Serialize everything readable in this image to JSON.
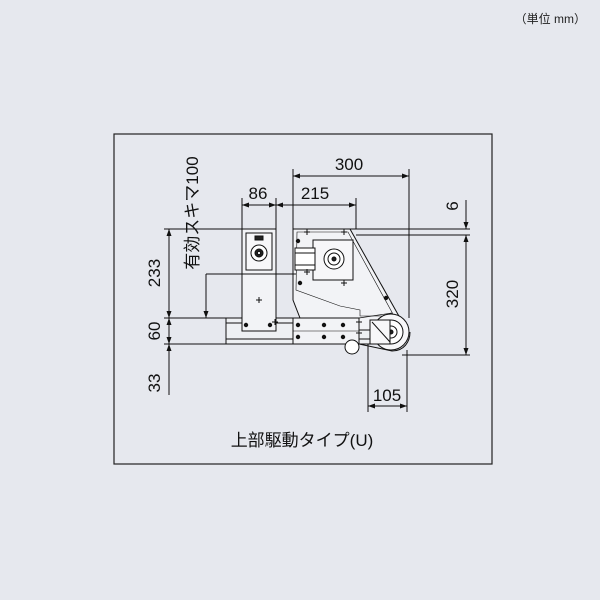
{
  "unit_note": "（単位 mm）",
  "caption": "上部駆動タイプ(U)",
  "vertical_label": "有効スキマ100",
  "dimensions": {
    "d300": "300",
    "d215": "215",
    "d86": "86",
    "d6": "6",
    "d320": "320",
    "d233": "233",
    "d60": "60",
    "d33": "33",
    "d105": "105"
  },
  "colors": {
    "background": "#e6e8ee",
    "frame": "#222222",
    "part_fill": "#f2f3f6",
    "line": "#111111"
  }
}
